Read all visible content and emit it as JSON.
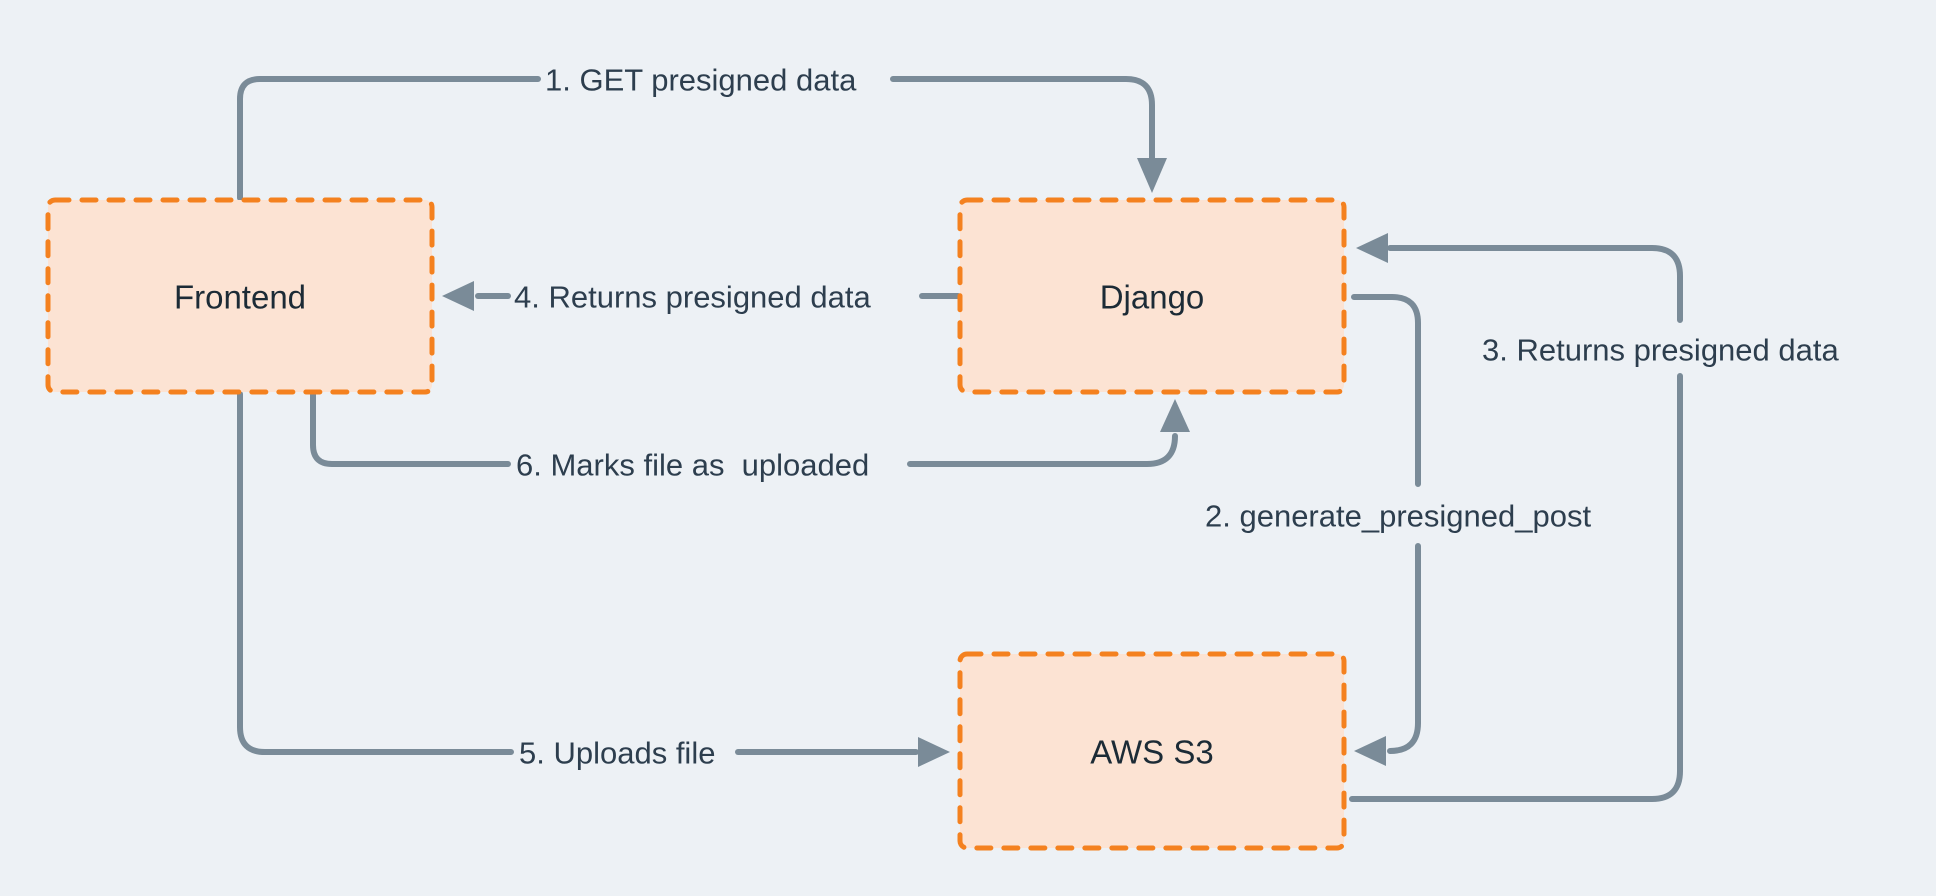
{
  "diagram": {
    "nodes": [
      {
        "id": "frontend",
        "label": "Frontend"
      },
      {
        "id": "django",
        "label": "Django"
      },
      {
        "id": "aws-s3",
        "label": "AWS S3"
      }
    ],
    "edges": [
      {
        "step": "1",
        "label": "1. GET presigned data",
        "from": "frontend",
        "to": "django"
      },
      {
        "step": "2",
        "label": "2. generate_presigned_post",
        "from": "django",
        "to": "aws-s3"
      },
      {
        "step": "3",
        "label": "3. Returns presigned data",
        "from": "aws-s3",
        "to": "django"
      },
      {
        "step": "4",
        "label": "4. Returns presigned data",
        "from": "django",
        "to": "frontend"
      },
      {
        "step": "5",
        "label": "5. Uploads file",
        "from": "frontend",
        "to": "aws-s3"
      },
      {
        "step": "6",
        "label": "6. Marks file as  uploaded",
        "from": "frontend",
        "to": "django"
      }
    ]
  },
  "colors": {
    "background": "#EDF1F5",
    "node_fill": "#FCE3D3",
    "node_border": "#F4811F",
    "node_text": "#1C2B36",
    "arrow": "#7A8B98",
    "label_text": "#2D3E4E"
  }
}
